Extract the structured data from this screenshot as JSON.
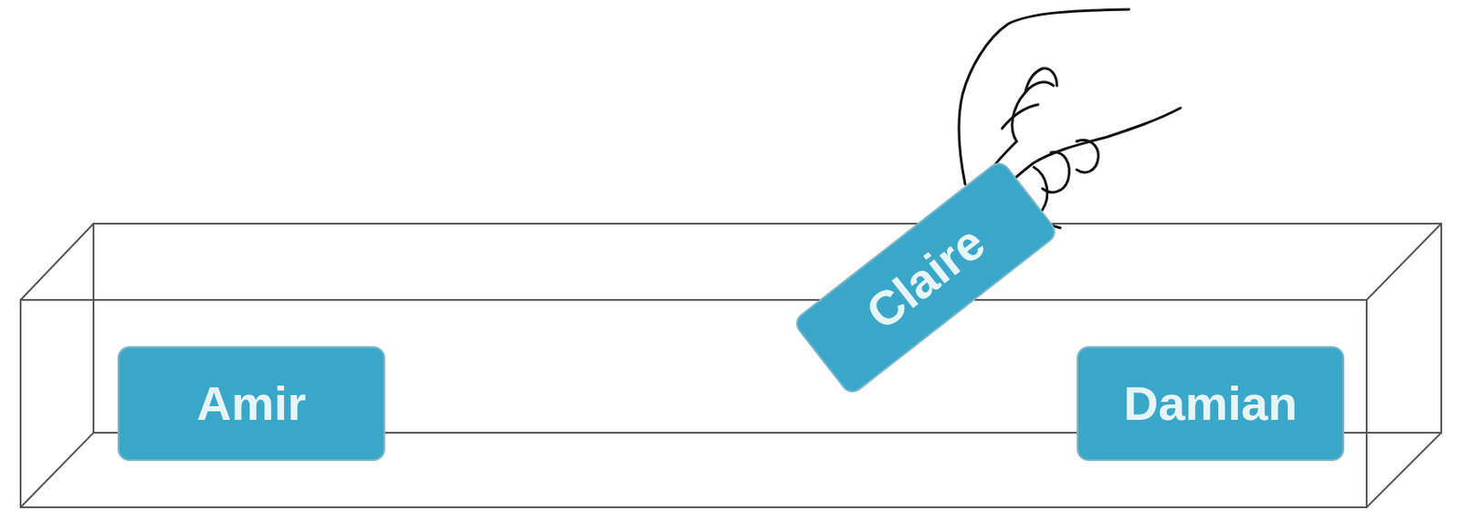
{
  "diagram": {
    "nodes": [
      {
        "text": [
          "Amir"
        ]
      },
      {
        "text": [
          "Claire"
        ]
      },
      {
        "text": [
          "Damian"
        ]
      }
    ]
  }
}
